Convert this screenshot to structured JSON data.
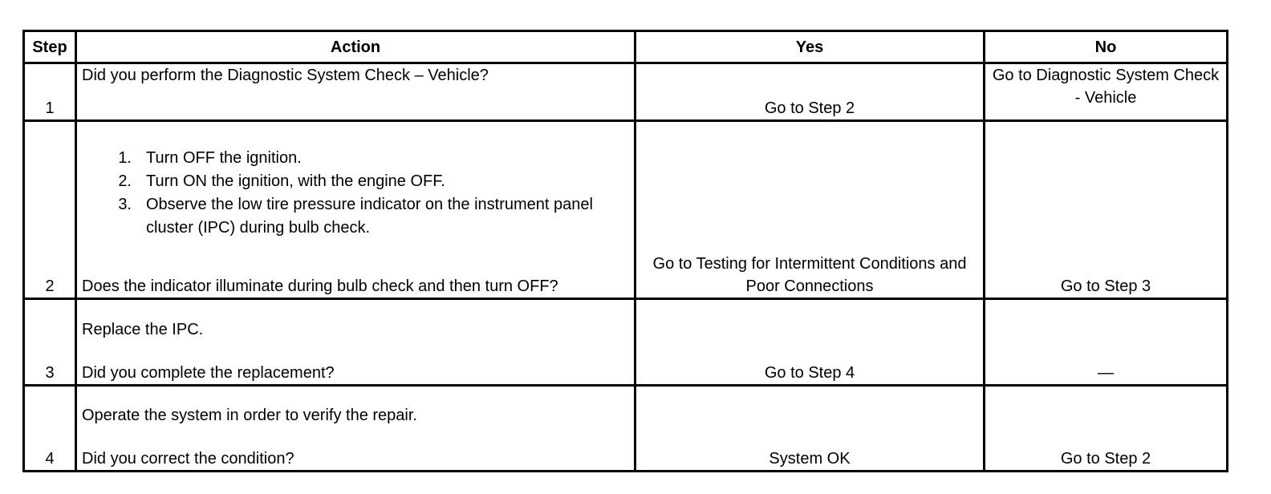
{
  "headers": {
    "step": "Step",
    "action": "Action",
    "yes": "Yes",
    "no": "No"
  },
  "rows": [
    {
      "step": "1",
      "action_question": "Did you perform the Diagnostic System Check – Vehicle?",
      "yes": "Go to Step 2",
      "no": "Go to Diagnostic System Check - Vehicle"
    },
    {
      "step": "2",
      "substeps": [
        {
          "num": "1.",
          "text": "Turn OFF the ignition."
        },
        {
          "num": "2.",
          "text": "Turn ON the ignition, with the engine OFF."
        },
        {
          "num": "3.",
          "text": "Observe the low tire pressure indicator on the instrument panel cluster (IPC) during bulb check."
        }
      ],
      "action_question": "Does the indicator illuminate during bulb check and then turn OFF?",
      "yes": "Go to Testing for Intermittent Conditions and Poor Connections",
      "no": "Go to Step 3"
    },
    {
      "step": "3",
      "action_instruction": "Replace the IPC.",
      "action_question": "Did you complete the replacement?",
      "yes": "Go to Step 4",
      "no": "—"
    },
    {
      "step": "4",
      "action_instruction": "Operate the system in order to verify the repair.",
      "action_question": "Did you correct the condition?",
      "yes": "System OK",
      "no": "Go to Step 2"
    }
  ]
}
